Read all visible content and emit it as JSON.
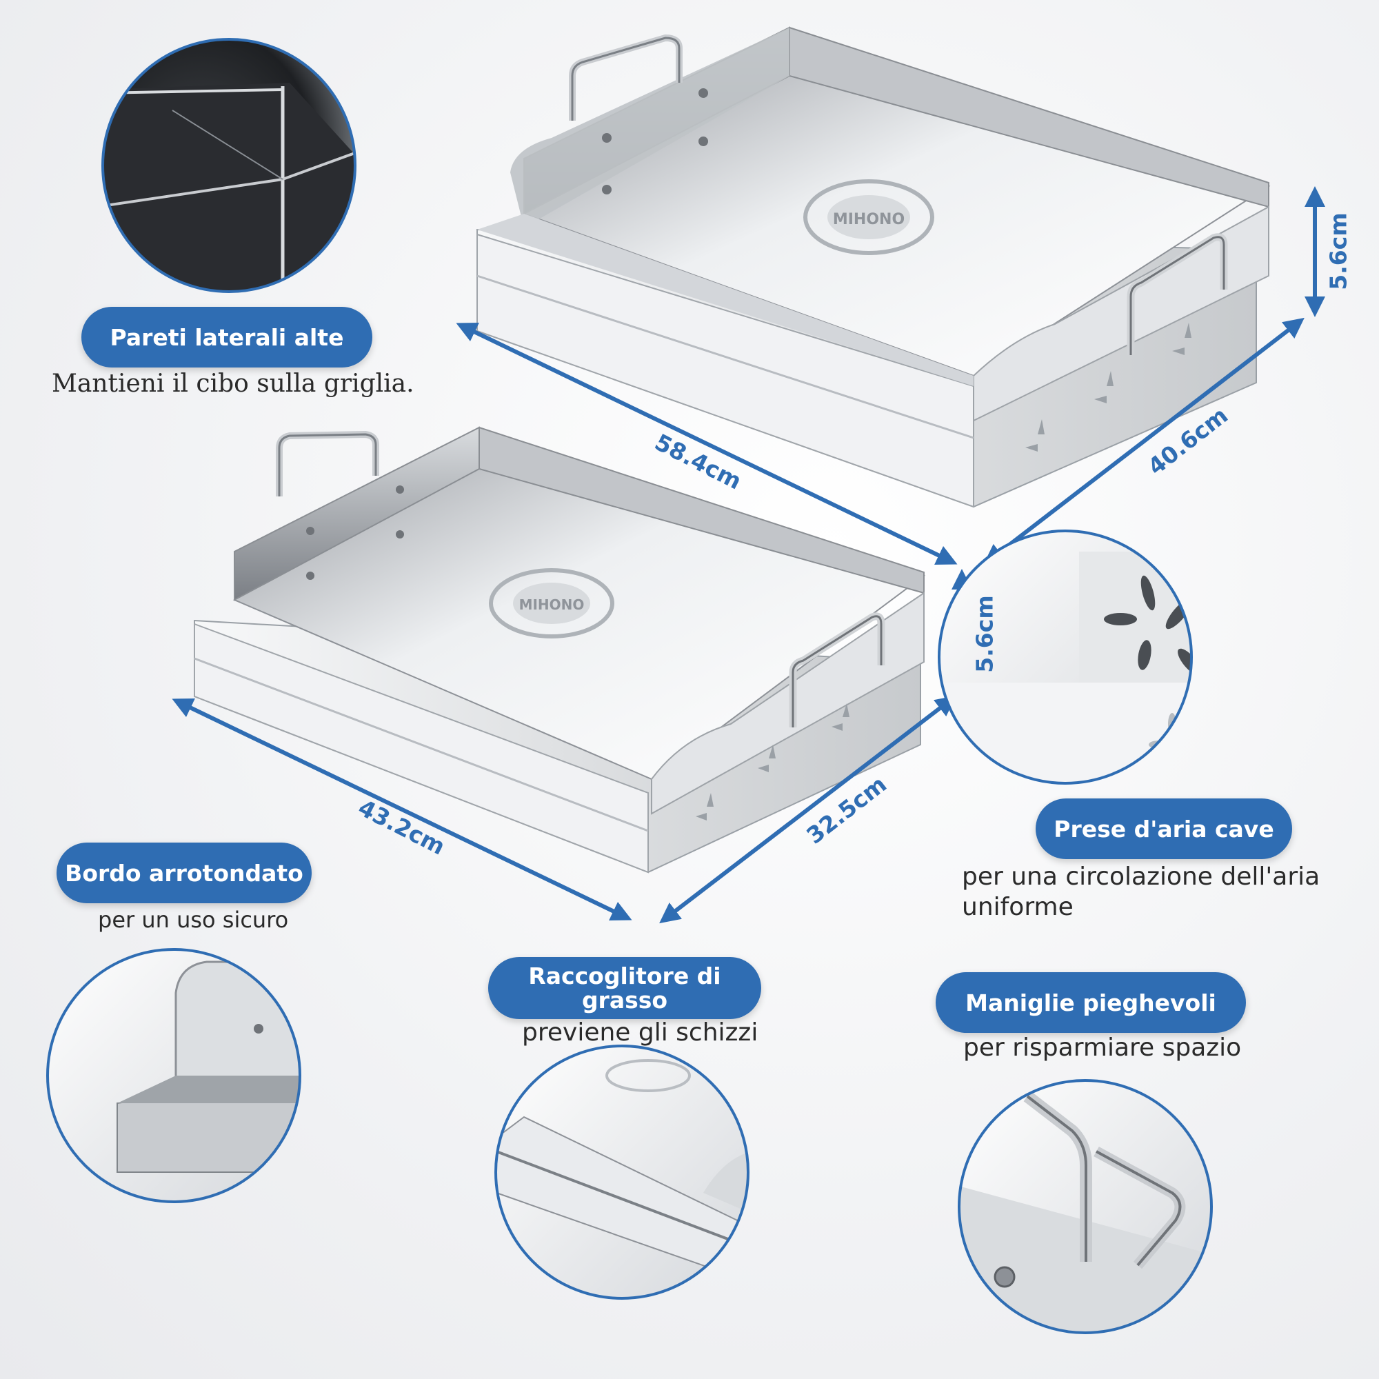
{
  "brand": "MIHONO",
  "colors": {
    "accent": "#2f6db3",
    "text": "#2a2a2a",
    "steel_dark": "#6f7378",
    "steel_light": "#f5f6f7"
  },
  "features": {
    "side_walls": {
      "title": "Pareti laterali alte",
      "desc": "Mantieni il cibo sulla griglia."
    },
    "rounded_edge": {
      "title": "Bordo arrotondato",
      "desc": "per un uso sicuro"
    },
    "grease_tray": {
      "title": "Raccoglitore di grasso",
      "desc": "previene gli schizzi"
    },
    "air_vents": {
      "title": "Prese d'aria cave",
      "desc": "per una circolazione dell'aria uniforme"
    },
    "handles": {
      "title": "Maniglie pieghevoli",
      "desc": "per risparmiare spazio"
    }
  },
  "dimensions": {
    "large": {
      "length": "58.4cm",
      "width": "40.6cm",
      "height": "5.6cm"
    },
    "small": {
      "length": "43.2cm",
      "width": "32.5cm",
      "height": "5.6cm"
    }
  },
  "icons": [
    "air-vent-flower-icon",
    "mihono-logo-icon"
  ]
}
